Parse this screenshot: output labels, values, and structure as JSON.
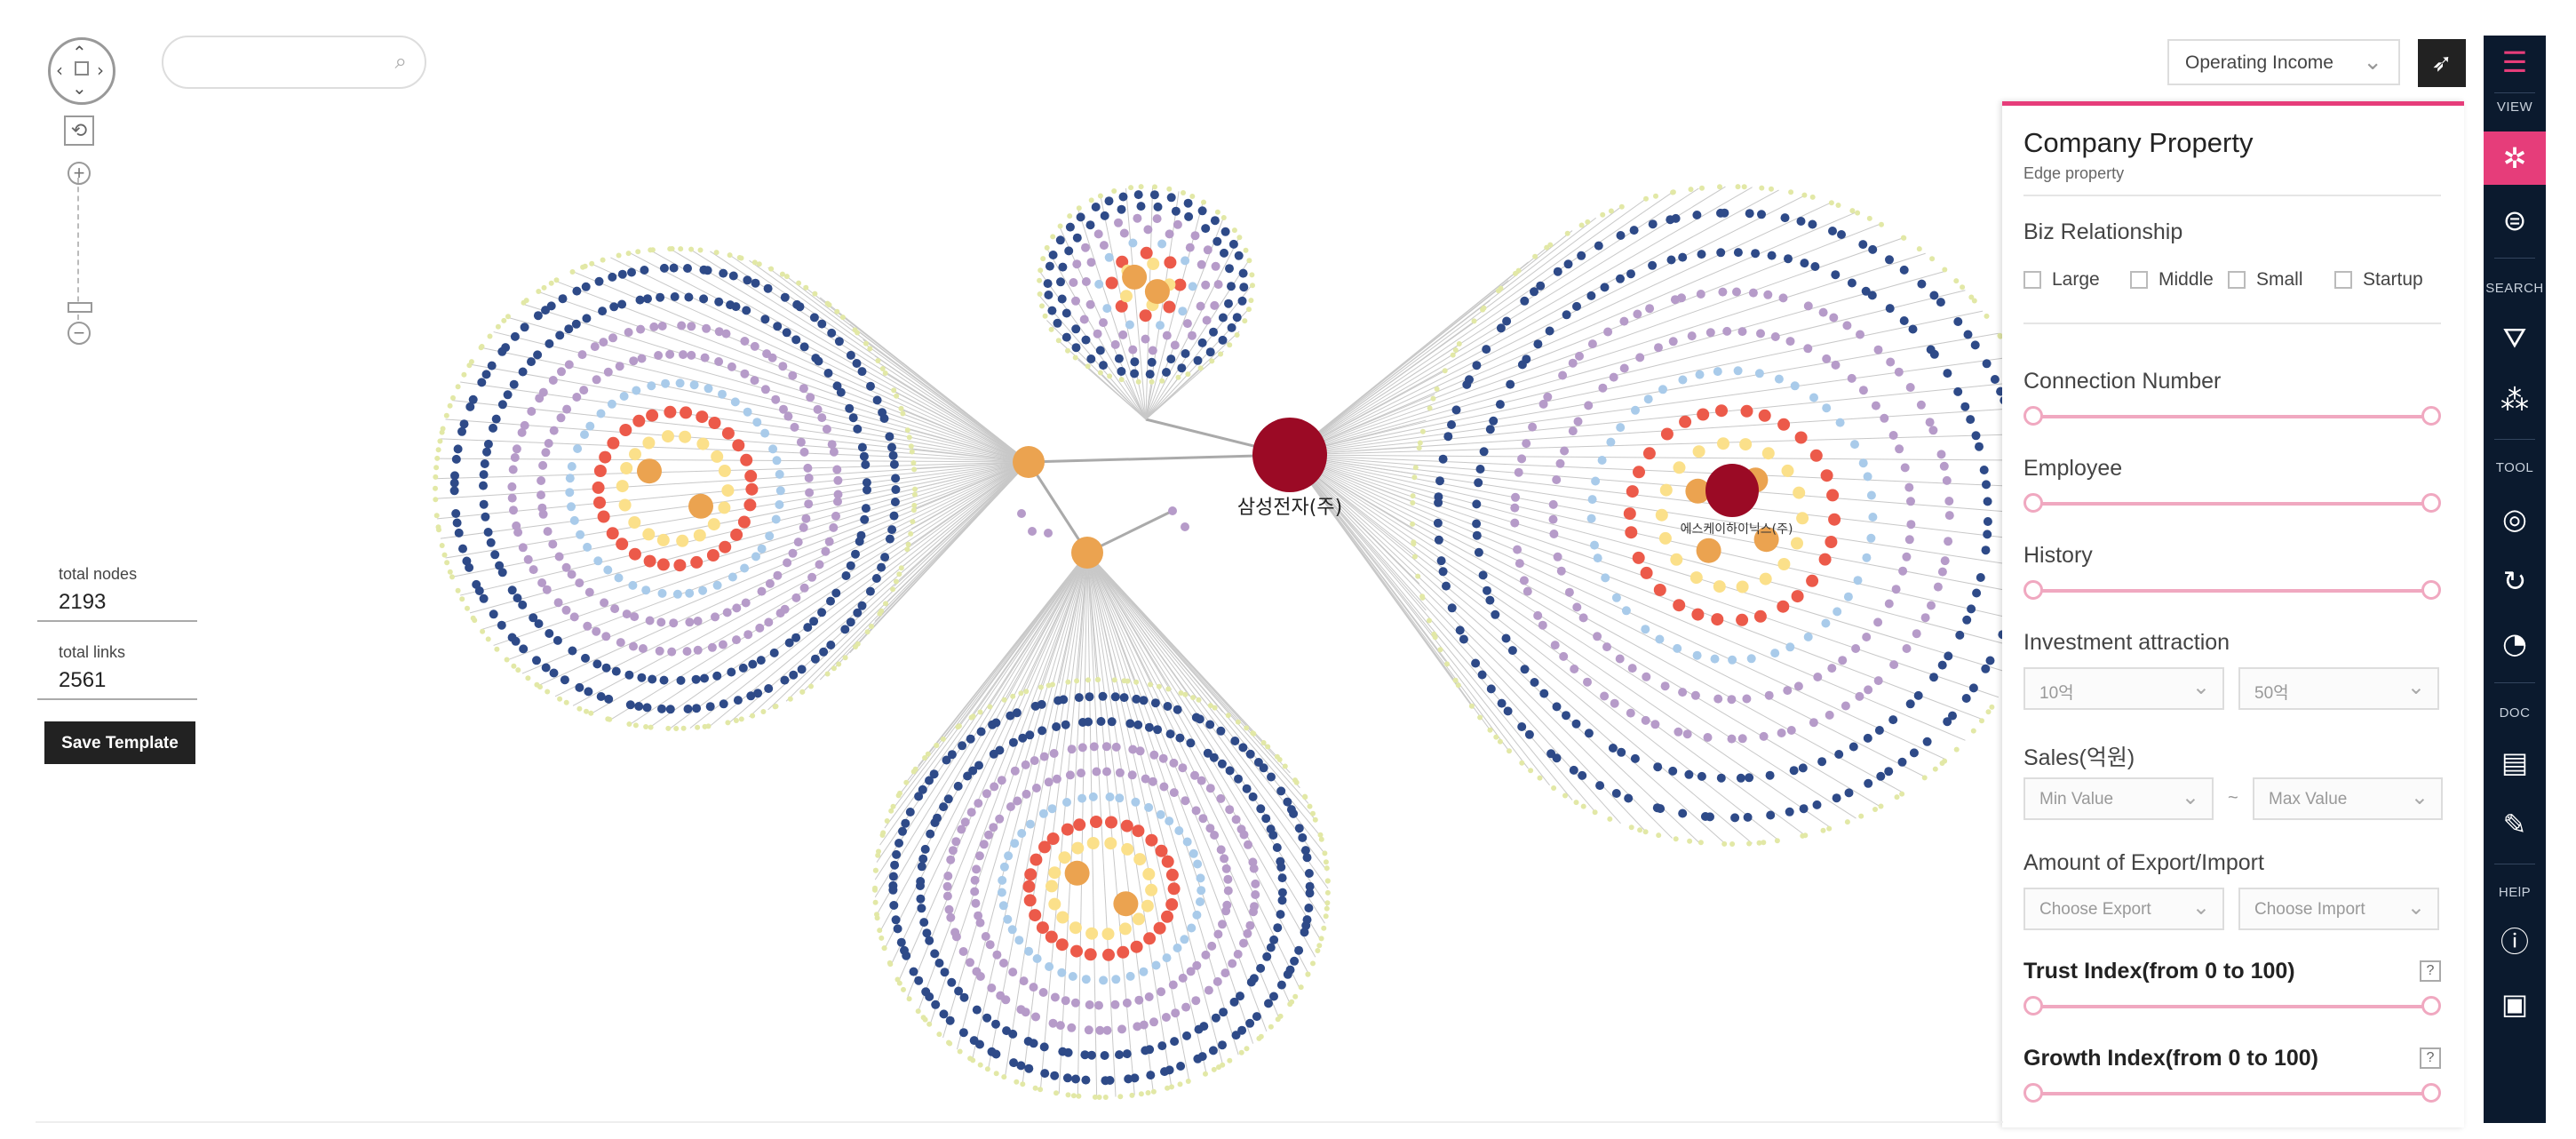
{
  "controls": {
    "reset_glyph": "⟲",
    "zoom_in": "+",
    "zoom_out": "−",
    "search_placeholder": "",
    "search_icon": "search-icon"
  },
  "stats": {
    "total_nodes_label": "total nodes",
    "total_nodes_value": "2193",
    "total_links_label": "total links",
    "total_links_value": "2561"
  },
  "save_template_label": "Save Template",
  "metric_select": {
    "value": "Operating Income"
  },
  "graph": {
    "center_label": "삼성전자(주)",
    "cluster_hub_label": "에스케이하이닉스(주)",
    "colors": {
      "hub": "#9b0a25",
      "orange": "#eba350",
      "red": "#ec5a4a",
      "yellow": "#fbe08a",
      "lightblue": "#a9cbea",
      "purple": "#b69bc9",
      "navy": "#2e4a88",
      "edge": "#c8c8c8",
      "leaf": "#e2e8a6"
    }
  },
  "panel": {
    "title": "Company Property",
    "subtitle": "Edge property",
    "biz_label": "Biz Relationship",
    "biz_options": [
      "Large",
      "Middle",
      "Small",
      "Startup"
    ],
    "connection_label": "Connection Number",
    "employee_label": "Employee",
    "history_label": "History",
    "investment_label": "Investment attraction",
    "investment_from": "10억",
    "investment_to": "50억",
    "sales_label": "Sales(억원)",
    "sales_min": "Min Value",
    "sales_sep": "~",
    "sales_max": "Max Value",
    "export_label": "Amount of Export/Import",
    "export_choice": "Choose Export",
    "import_choice": "Choose Import",
    "trust_label": "Trust Index(from 0 to 100)",
    "growth_label": "Growth Index(from 0 to 100)",
    "help_glyph": "?",
    "accent": "#e63d7a",
    "slider_color": "#f0a8c0"
  },
  "sidebar": {
    "bg": "#0b1a2e",
    "sections": {
      "view": "VIEW",
      "search": "SEARCH",
      "tool": "TOOL",
      "doc": "DOC",
      "help": "HElP"
    },
    "icons": [
      "menu-icon",
      "network-icon",
      "toggle-icon",
      "filter-icon",
      "cluster-icon",
      "target-icon",
      "refresh-icon",
      "radar-icon",
      "document-icon",
      "edit-icon",
      "help-icon",
      "book-icon"
    ]
  }
}
